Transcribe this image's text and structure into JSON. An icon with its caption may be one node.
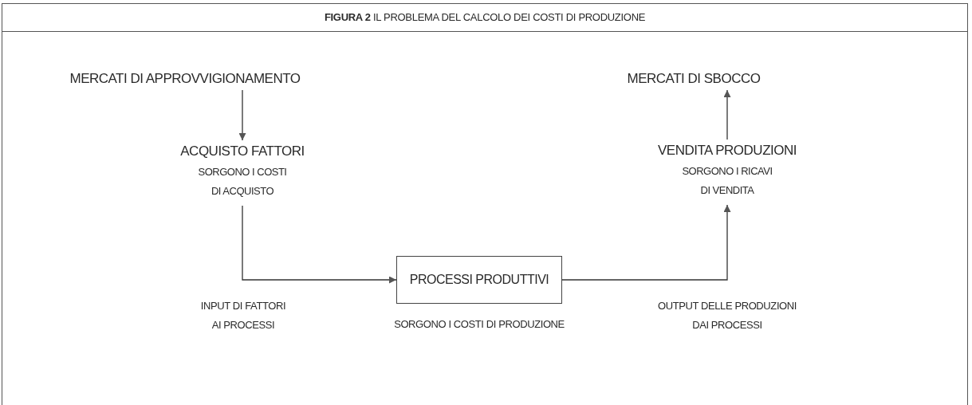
{
  "diagram": {
    "title": "**FIGURA 2** IL PROBLEMA DEL CALCOLO DEI COSTI DI PRODUZIONE",
    "nodes": [
      {
        "text": [
          "MERCATI DI APPROVVIGIONAMENTO"
        ]
      },
      {
        "text": [
          "ACQUISTO FATTORI",
          "SORGONO I COSTI DI ACQUISTO"
        ]
      },
      {
        "text": [
          "PROCESSI PRODUTTIVI"
        ],
        "beside": [
          "SORGONO I COSTI DI PRODUZIONE"
        ]
      },
      {
        "text": [
          "VENDITA PRODUZIONI",
          "SORGONO I RICAVI DI VENDITA"
        ]
      },
      {
        "text": [
          "MERCATI DI SBOCCO"
        ]
      }
    ],
    "edges": [
      {
        "from": 0,
        "to": 1,
        "arrow": "to"
      },
      {
        "from": 1,
        "to": 2,
        "arrow": "to",
        "label": "INPUT DI FATTORI AI PROCESSI"
      },
      {
        "from": 2,
        "to": 3,
        "arrow": "to",
        "label": "OUTPUT DELLE PRODUZIONI DAI PROCESSI"
      },
      {
        "from": 3,
        "to": 4,
        "arrow": "to"
      }
    ]
  }
}
